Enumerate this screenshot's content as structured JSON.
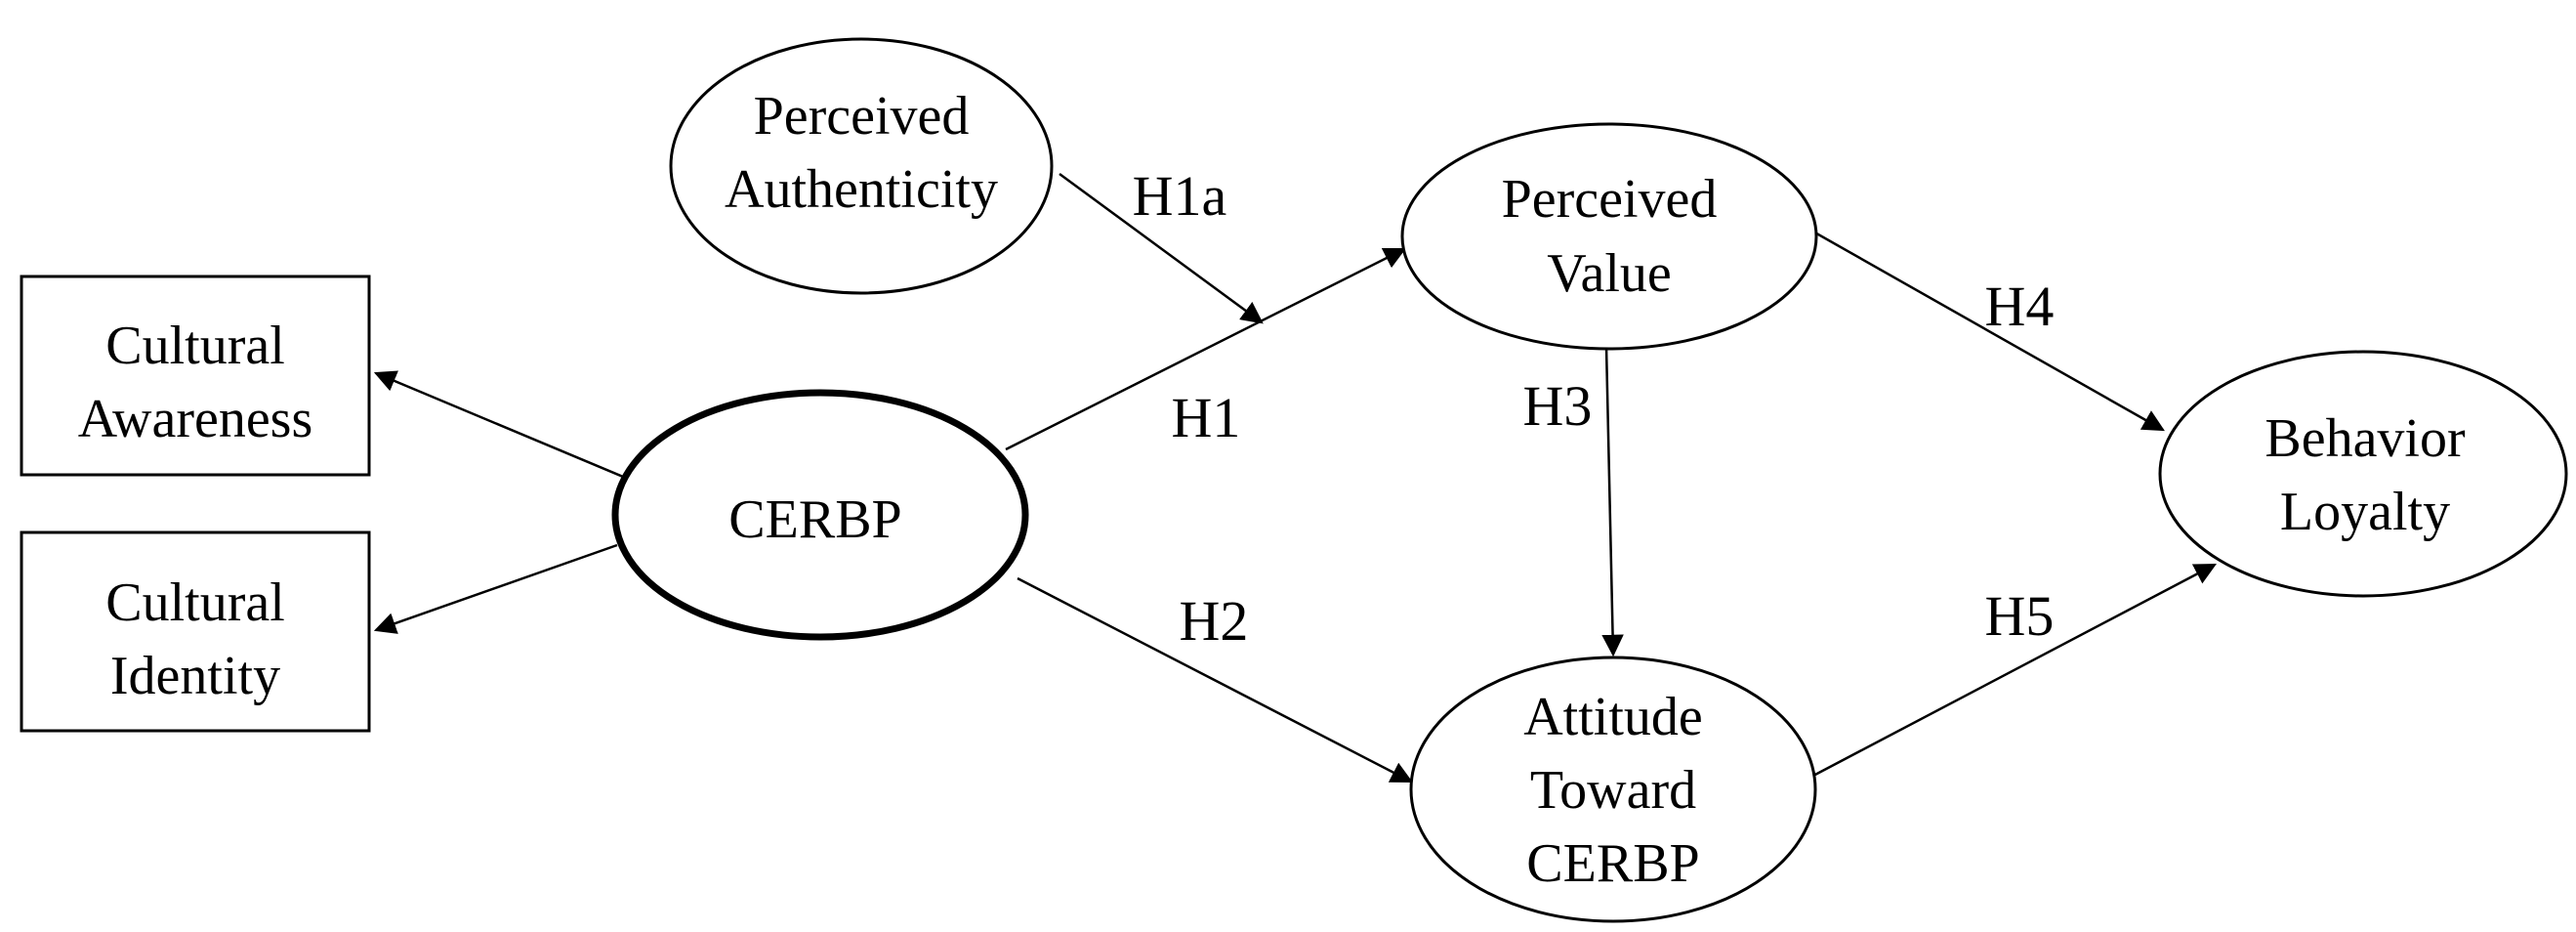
{
  "nodes": {
    "perceived_authenticity": {
      "line1": "Perceived",
      "line2": "Authenticity"
    },
    "perceived_value": {
      "line1": "Perceived",
      "line2": "Value"
    },
    "cultural_awareness": {
      "line1": "Cultural",
      "line2": "Awareness"
    },
    "cultural_identity": {
      "line1": "Cultural",
      "line2": "Identity"
    },
    "cerbp": {
      "line1": "CERBP"
    },
    "attitude_toward_cerbp": {
      "line1": "Attitude",
      "line2": "Toward",
      "line3": "CERBP"
    },
    "behavior_loyalty": {
      "line1": "Behavior",
      "line2": "Loyalty"
    }
  },
  "hypotheses": {
    "h1a": "H1a",
    "h1": "H1",
    "h2": "H2",
    "h3": "H3",
    "h4": "H4",
    "h5": "H5"
  },
  "colors": {
    "stroke": "#000000",
    "background": "#ffffff"
  }
}
